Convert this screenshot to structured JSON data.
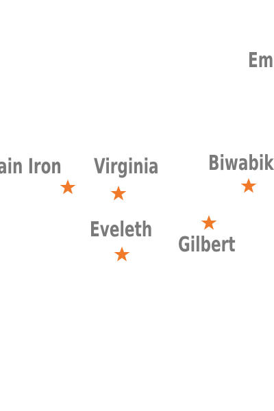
{
  "map": {
    "label_color": "#7a7a7a",
    "marker_color": "#f07a2a",
    "marker_icon": "star-icon",
    "towns": [
      {
        "id": "emb",
        "label": "Em"
      },
      {
        "id": "mountain-iron",
        "label": "ain Iron"
      },
      {
        "id": "virginia",
        "label": "Virginia"
      },
      {
        "id": "biwabik",
        "label": "Biwabik"
      },
      {
        "id": "eveleth",
        "label": "Eveleth"
      },
      {
        "id": "gilbert",
        "label": "Gilbert"
      }
    ]
  }
}
